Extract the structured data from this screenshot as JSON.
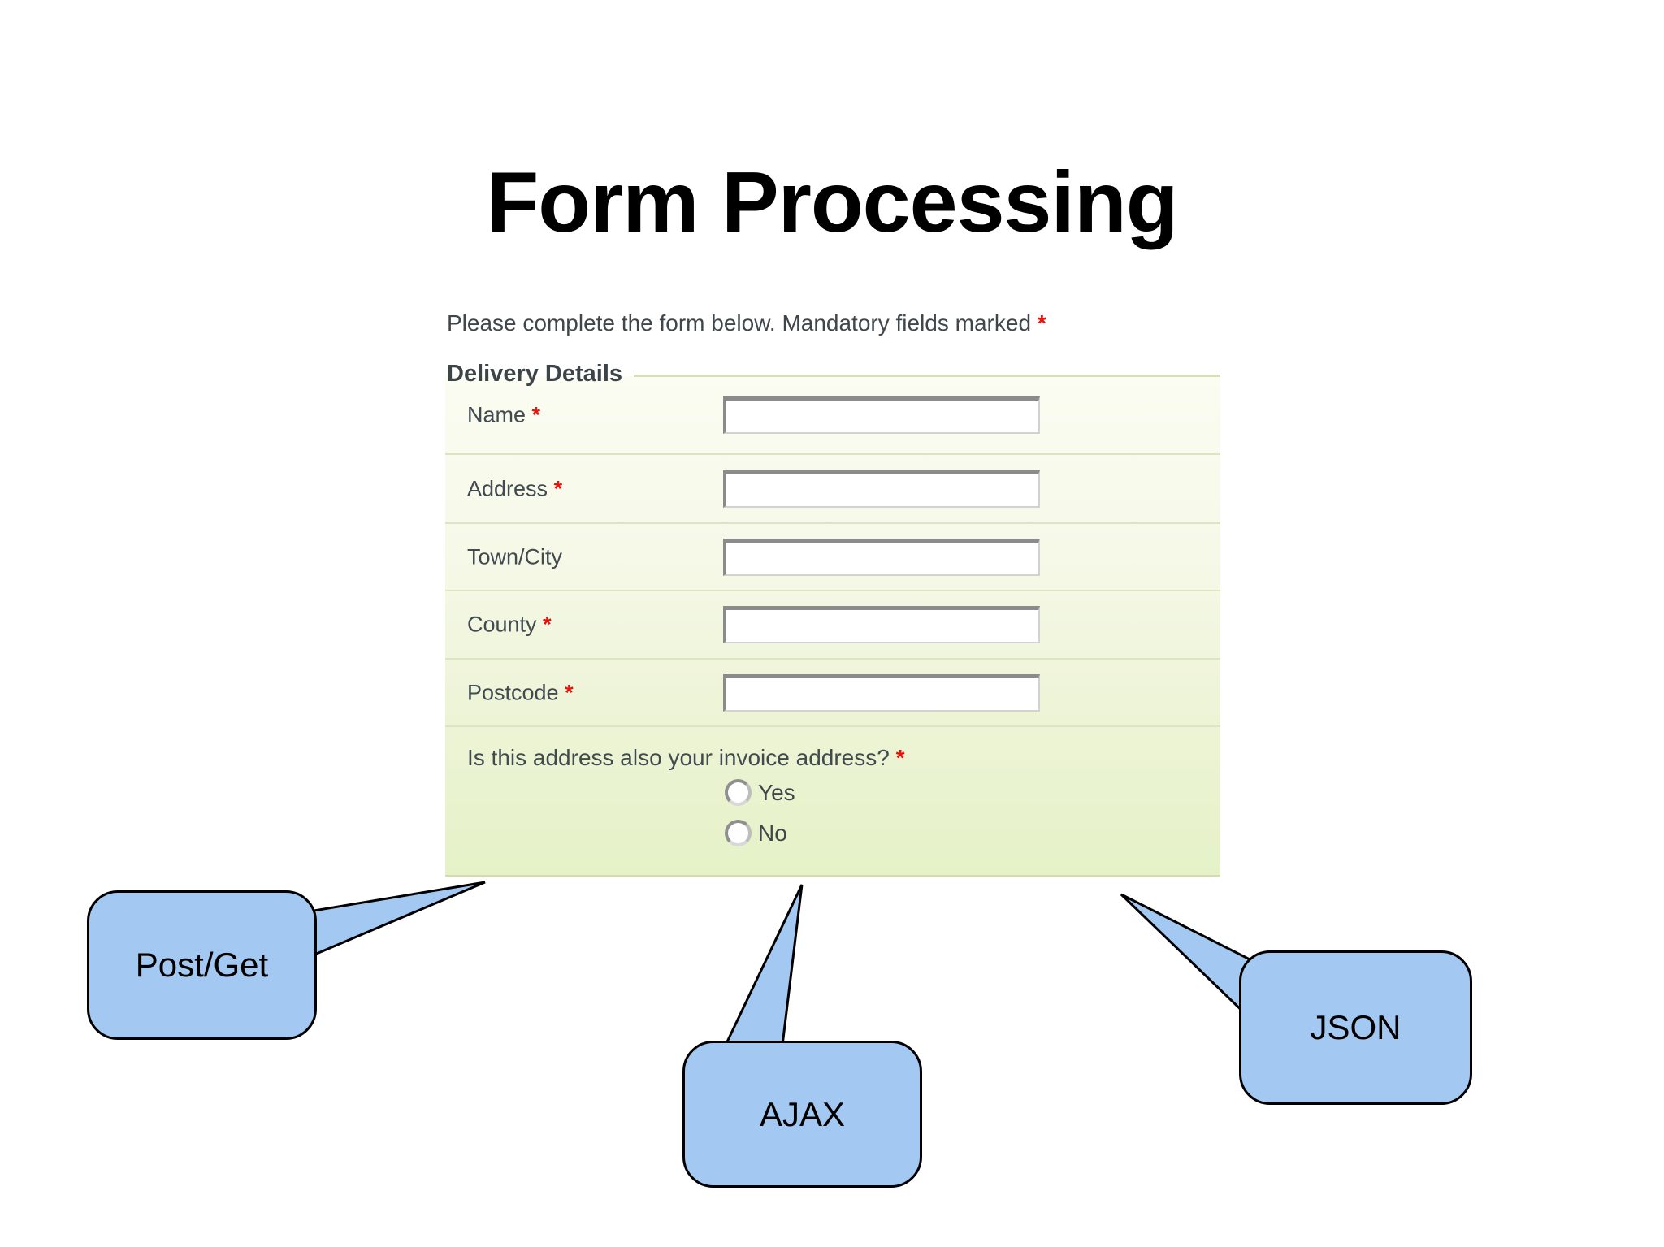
{
  "title": "Form Processing",
  "form": {
    "intro": "Please complete the form below. Mandatory fields marked",
    "required_marker": "*",
    "legend": "Delivery Details",
    "fields": [
      {
        "label": "Name",
        "required": true
      },
      {
        "label": "Address",
        "required": true
      },
      {
        "label": "Town/City",
        "required": false
      },
      {
        "label": "County",
        "required": true
      },
      {
        "label": "Postcode",
        "required": true
      }
    ],
    "question": {
      "label": "Is this address also your invoice address?",
      "required": true,
      "options": [
        "Yes",
        "No"
      ]
    }
  },
  "callouts": [
    {
      "label": "Post/Get"
    },
    {
      "label": "AJAX"
    },
    {
      "label": "JSON"
    }
  ],
  "colors": {
    "bubble_fill": "#a3c8f1",
    "bubble_stroke": "#000000",
    "form_gradient_top": "#fbfcf2",
    "form_gradient_bottom": "#e5f2c7",
    "separator": "#dde4c3",
    "legend_line": "#d8dfb6",
    "label_text": "#414a4f",
    "required_star": "#e8120c",
    "input_border_dark": "#8b8b8b",
    "title_text": "#000000"
  }
}
